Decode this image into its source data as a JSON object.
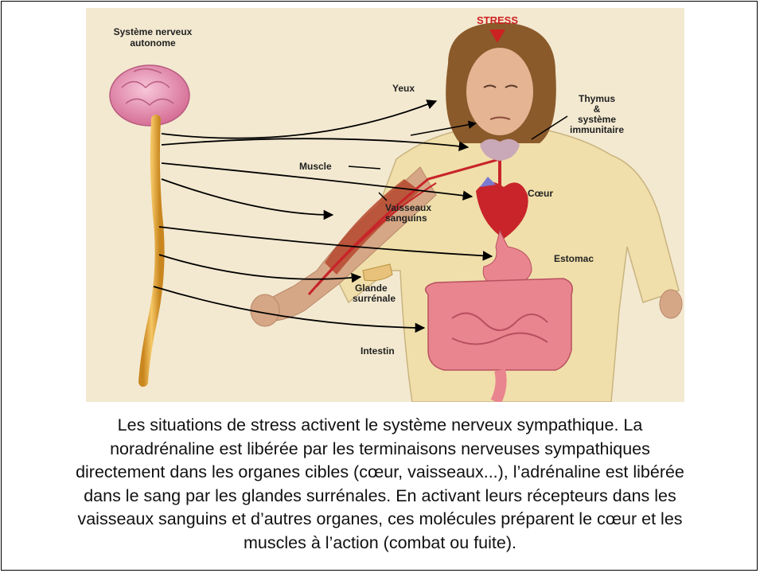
{
  "diagram": {
    "title": "STRESS",
    "labels": {
      "nervous_system": [
        "Système nerveux",
        "autonome"
      ],
      "eyes": "Yeux",
      "thymus": [
        "Thymus",
        "&",
        "système",
        "immunitaire"
      ],
      "muscle": "Muscle",
      "heart": "Cœur",
      "vessels": [
        "Vaisseaux",
        "sanguins"
      ],
      "stomach": "Estomac",
      "adrenal": [
        "Glande",
        "surrénale"
      ],
      "intestine": "Intestin"
    },
    "colors": {
      "background": "#f3e9d0",
      "stress": "#cc2222",
      "brain": "#f0a3c0",
      "spinal_cord": "#e3a83a",
      "skin": "#d6a786",
      "shirt": "#f0dfaa",
      "organ_red": "#c8242a",
      "intestine": "#e9858f"
    }
  },
  "caption": [
    "Les situations de stress activent le système nerveux sympathique. La",
    "noradrénaline est libérée par les terminaisons nerveuses sympathiques",
    "directement dans les organes cibles (cœur, vaisseaux...), l’adrénaline est libérée",
    "dans le sang par les glandes surrénales. En activant leurs récepteurs dans les",
    "vaisseaux sanguins et d’autres organes, ces molécules préparent le cœur et les",
    "muscles à l’action (combat ou fuite)."
  ]
}
